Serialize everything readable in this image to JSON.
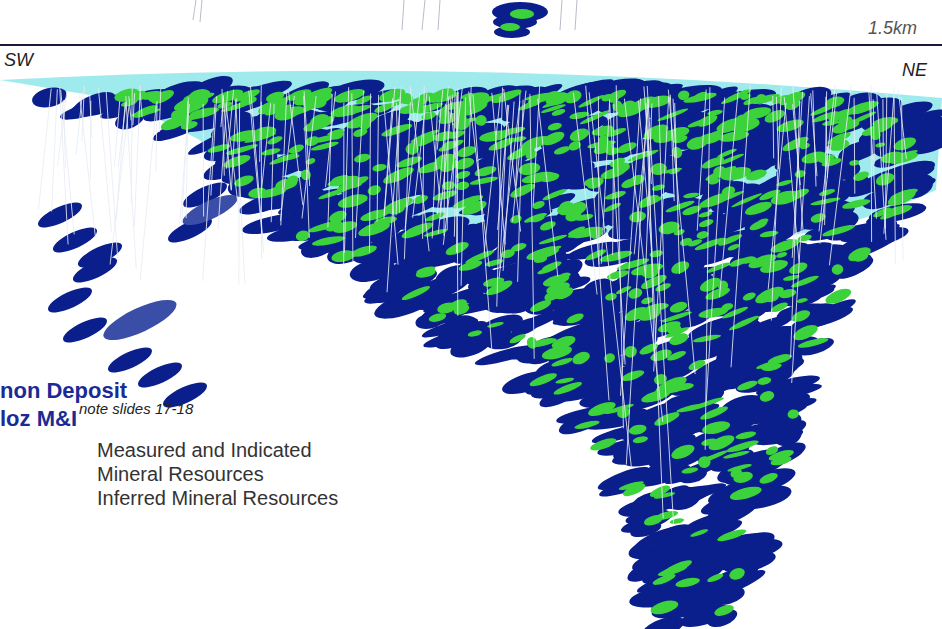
{
  "diagram": {
    "title": "non Deposit",
    "labels": [
      "1.5km",
      "SW",
      "NE",
      "loz M&I",
      "note slides 17-18"
    ],
    "legend": [
      {
        "text": "Measured and Indicated Mineral Resources"
      },
      {
        "text": "Inferred Mineral Resources"
      }
    ]
  }
}
